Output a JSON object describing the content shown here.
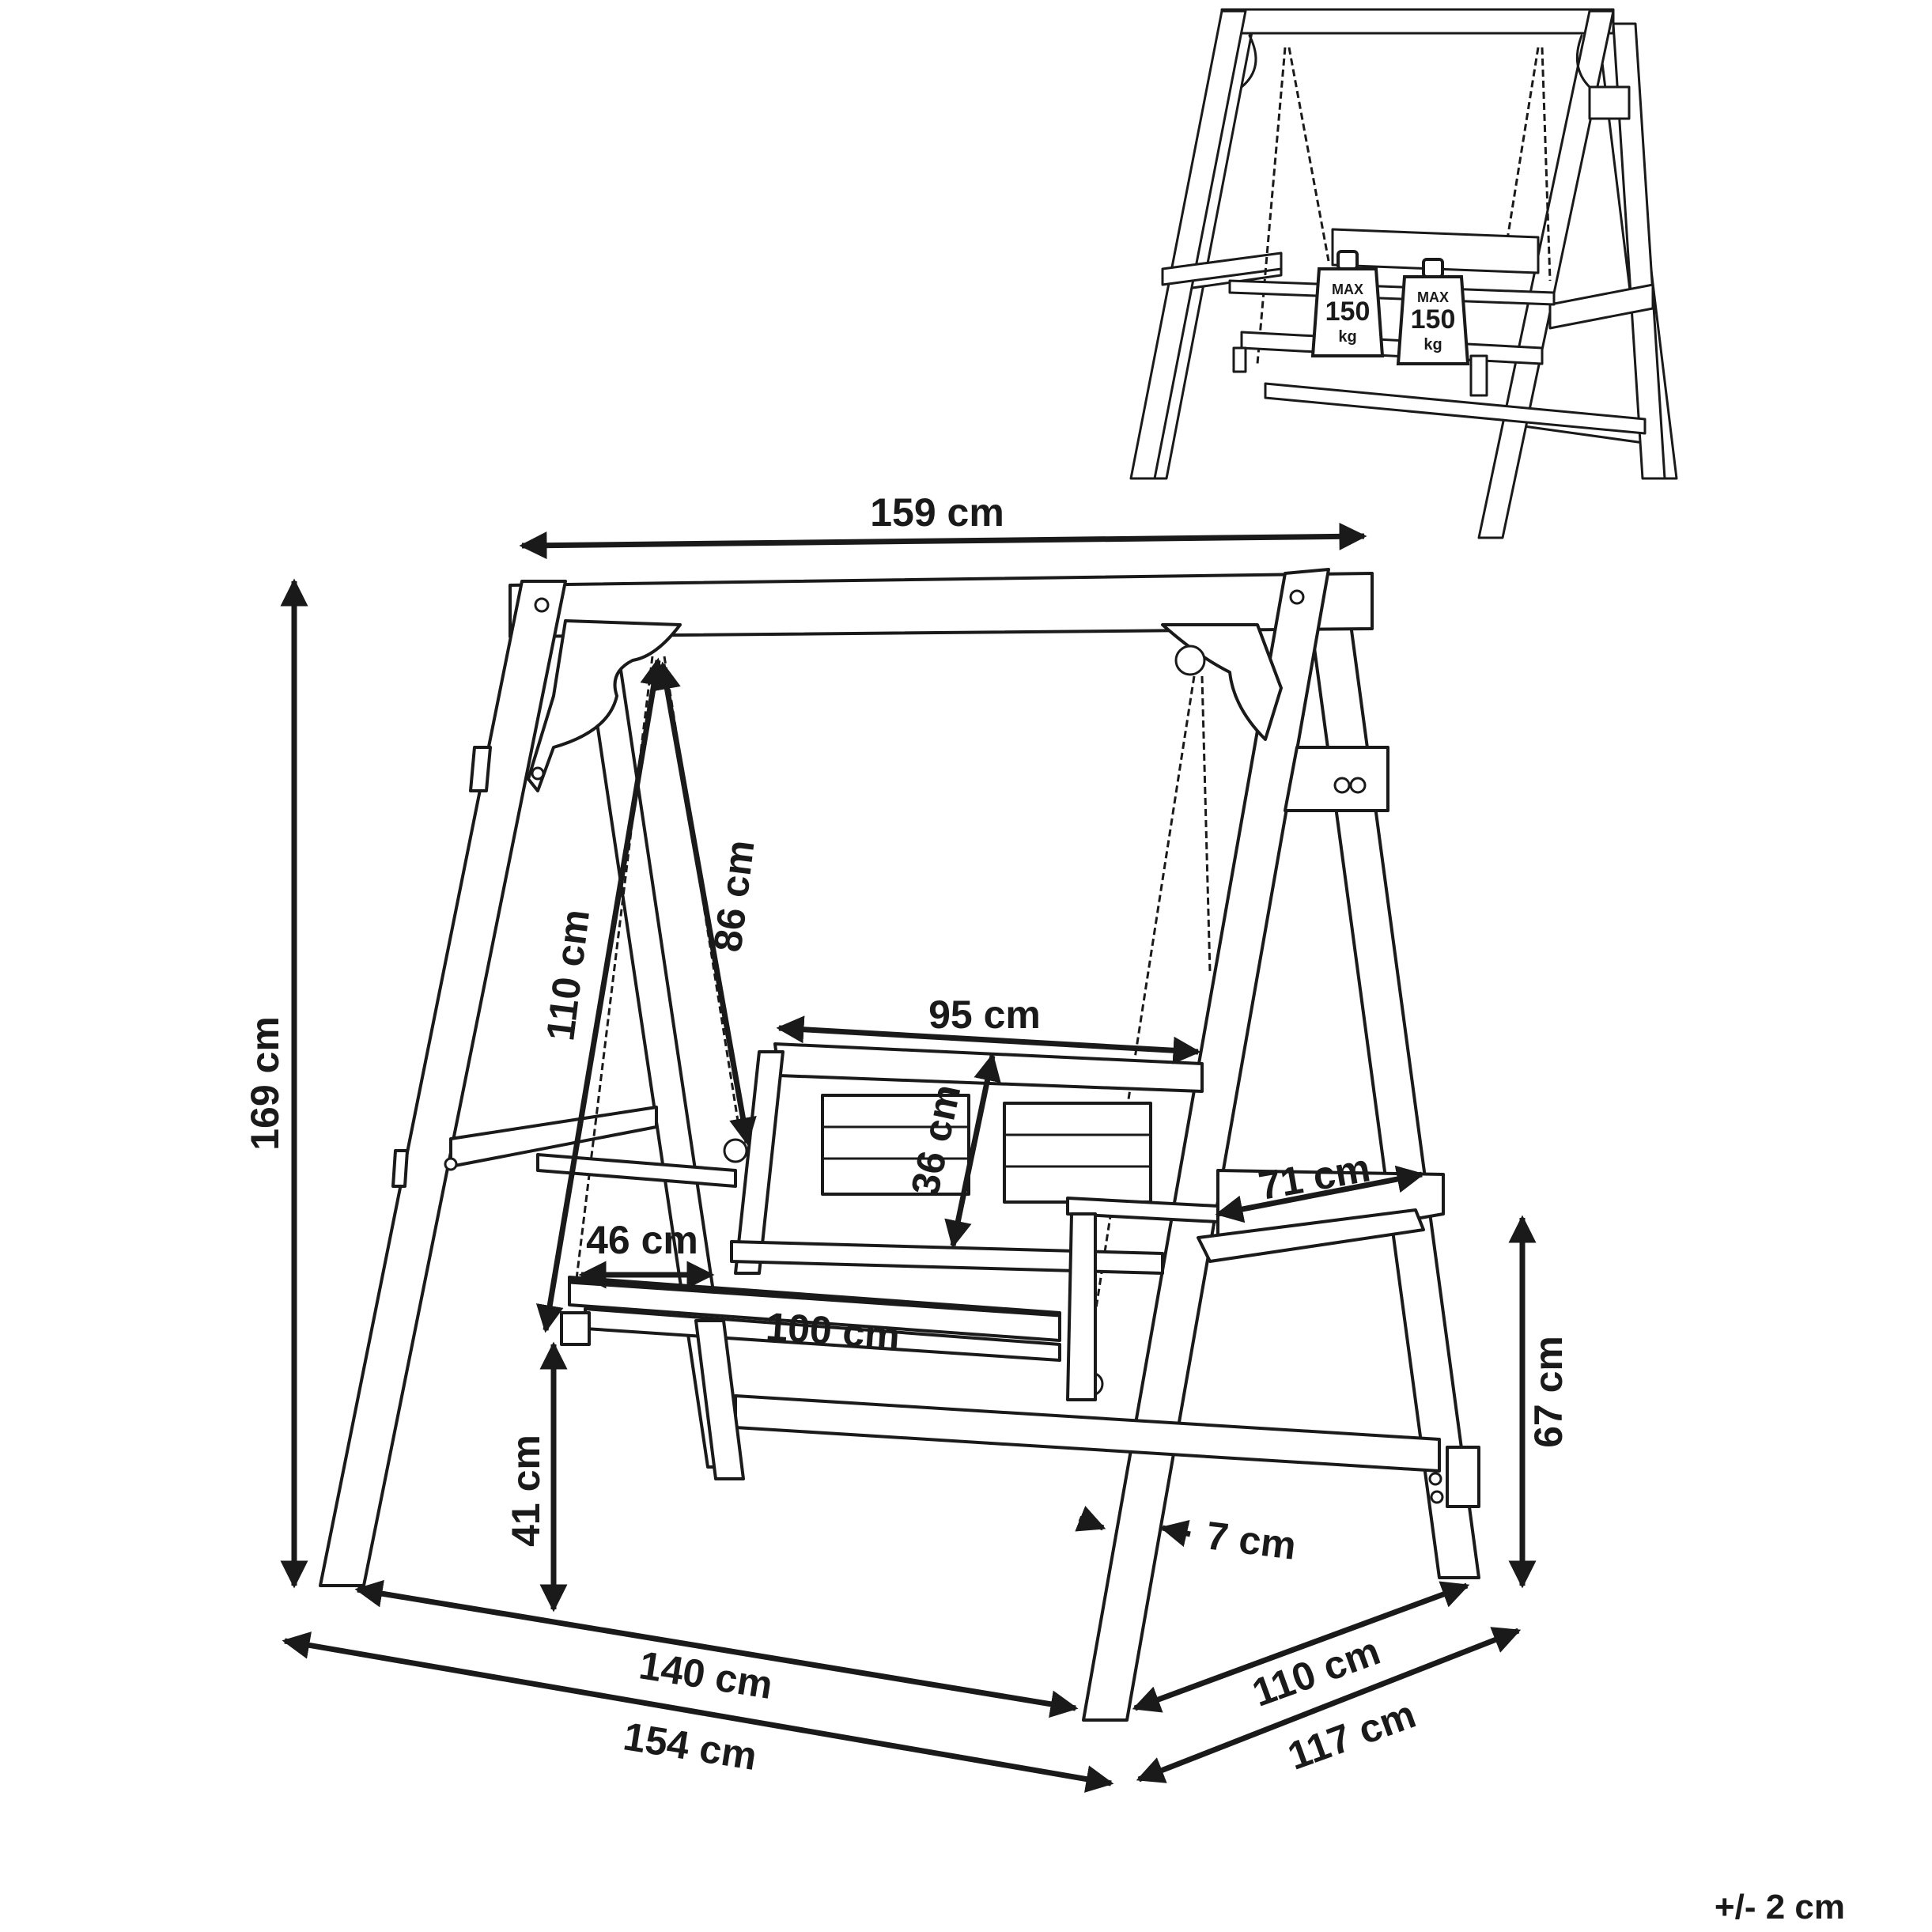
{
  "dimensions": {
    "total_width": "159 cm",
    "total_height": "169 cm",
    "chain_long": "110 cm",
    "chain_short": "86 cm",
    "seat_back_width": "95 cm",
    "backrest_height": "36 cm",
    "armrest_span": "71 cm",
    "seat_depth": "46 cm",
    "seat_width": "100 cm",
    "seat_height": "41 cm",
    "armrest_height": "67 cm",
    "beam_thickness": "7 cm",
    "inner_base_width": "140 cm",
    "outer_base_width": "154 cm",
    "inner_base_depth": "110 cm",
    "outer_base_depth": "117 cm"
  },
  "load_limits": [
    {
      "prefix": "MAX",
      "value": "150",
      "unit": "kg"
    },
    {
      "prefix": "MAX",
      "value": "150",
      "unit": "kg"
    }
  ],
  "tolerance": "+/- 2 cm"
}
